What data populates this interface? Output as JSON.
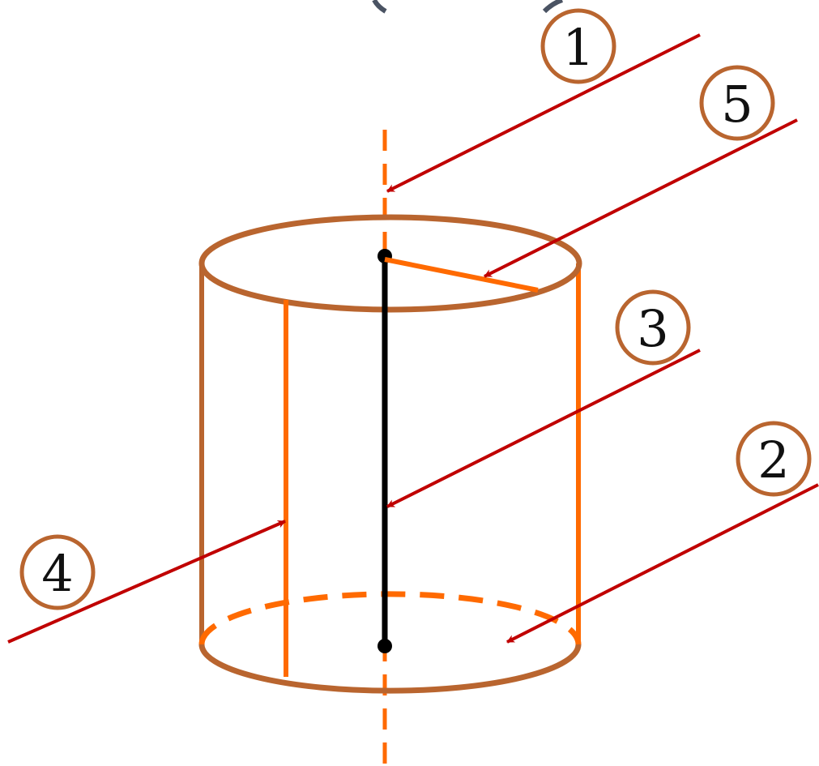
{
  "colors": {
    "cylinder_outline": "#b9652f",
    "orange": "#ff6a00",
    "arrow": "#c00000",
    "axis_segment": "#000000",
    "top_clip": "#4a5363"
  },
  "callouts": [
    {
      "id": "1",
      "label": "1",
      "target": "axis-of-rotation"
    },
    {
      "id": "2",
      "label": "2",
      "target": "base-circle"
    },
    {
      "id": "3",
      "label": "3",
      "target": "height-segment"
    },
    {
      "id": "4",
      "label": "4",
      "target": "generatrix-line"
    },
    {
      "id": "5",
      "label": "5",
      "target": "top-radius-segment"
    }
  ]
}
